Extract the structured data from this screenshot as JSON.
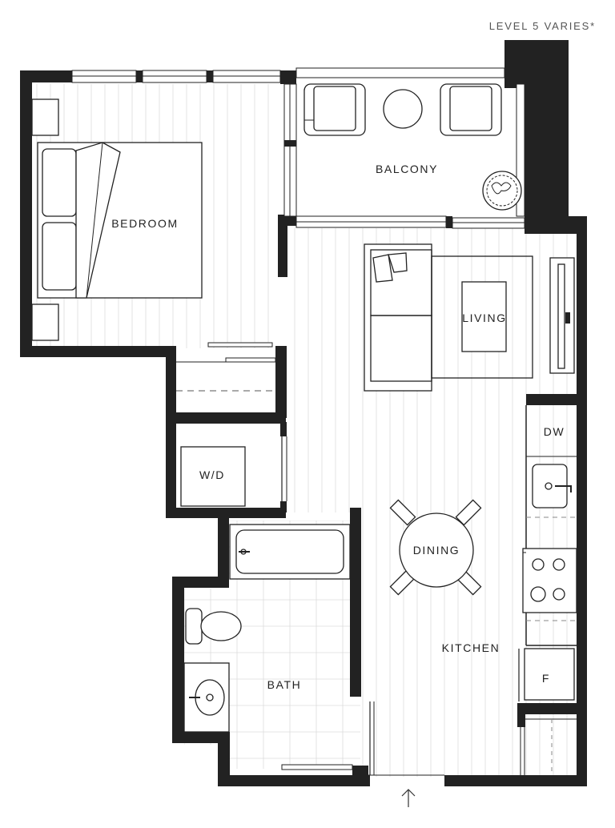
{
  "note": "LEVEL 5 VARIES*",
  "rooms": {
    "bedroom": "BEDROOM",
    "balcony": "BALCONY",
    "living": "LIVING",
    "dw": "DW",
    "wd": "W/D",
    "dining": "DINING",
    "kitchen": "KITCHEN",
    "bath": "BATH",
    "fridge": "F"
  },
  "colors": {
    "wall": "#222222",
    "floor_line": "#dcdcdc",
    "background": "#ffffff"
  },
  "icons": {
    "entry": "up-arrow-icon"
  }
}
